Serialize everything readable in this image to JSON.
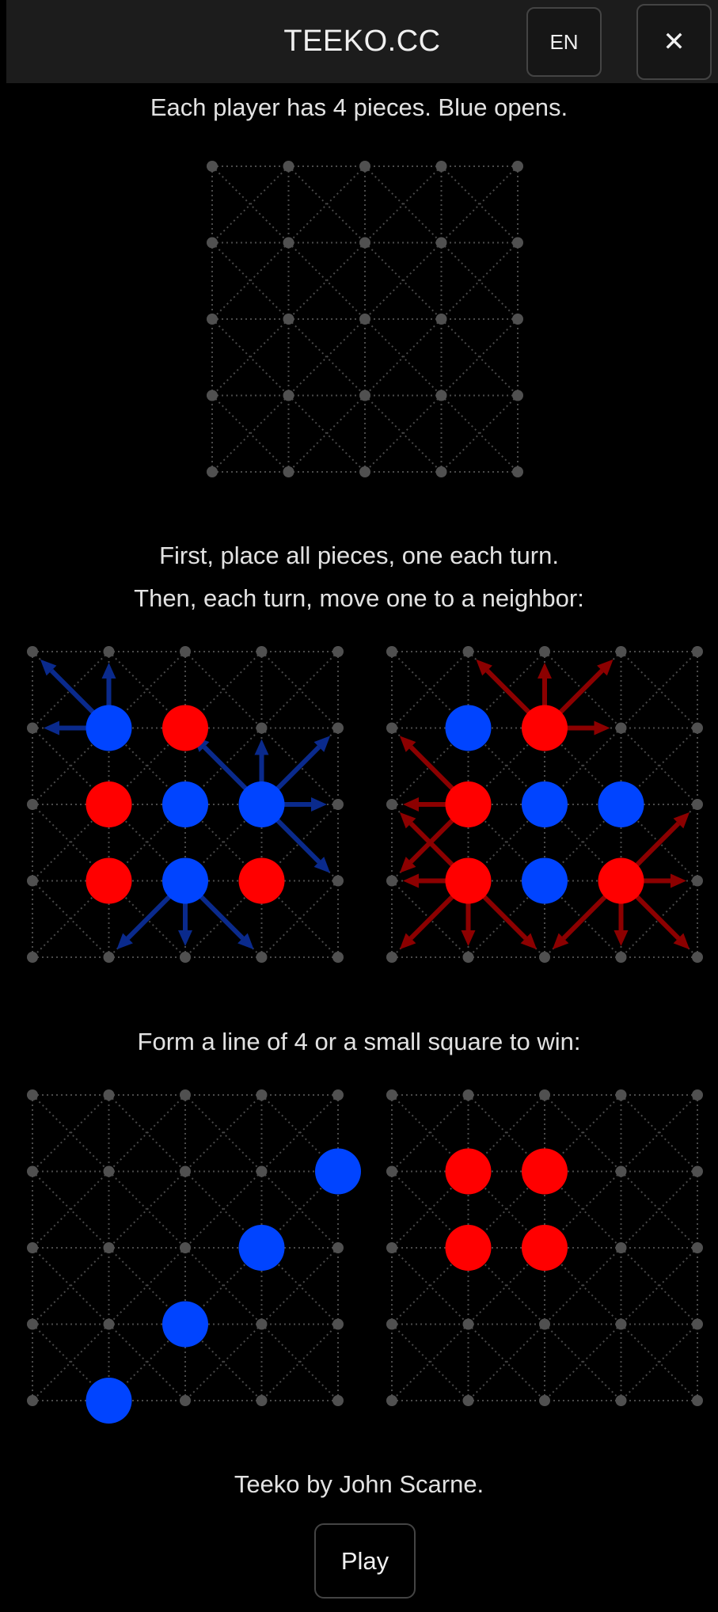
{
  "header": {
    "title": "TEEKO.CC",
    "language_label": "EN",
    "close_label": "✕"
  },
  "texts": {
    "intro": "Each player has 4 pieces. Blue opens.",
    "place": "First, place all pieces, one each turn.",
    "move": "Then, each turn, move one to a neighbor:",
    "win": "Form a line of 4 or a small square to win:",
    "credit": "Teeko by John Scarne."
  },
  "play_label": "Play",
  "colors": {
    "blue": "#0044ff",
    "red": "#ff0000",
    "blue_arrow": "#0a2a8c",
    "red_arrow": "#8c0000",
    "node": "#505050",
    "grid": "#4a4a4a"
  },
  "boards": {
    "empty": {
      "pieces": [],
      "arrows": []
    },
    "move_blue": {
      "pieces": [
        {
          "c": 1,
          "r": 1,
          "p": "blue"
        },
        {
          "c": 2,
          "r": 1,
          "p": "red"
        },
        {
          "c": 1,
          "r": 2,
          "p": "red"
        },
        {
          "c": 2,
          "r": 2,
          "p": "blue"
        },
        {
          "c": 3,
          "r": 2,
          "p": "blue"
        },
        {
          "c": 1,
          "r": 3,
          "p": "red"
        },
        {
          "c": 2,
          "r": 3,
          "p": "blue"
        },
        {
          "c": 3,
          "r": 3,
          "p": "red"
        }
      ],
      "arrows": [
        {
          "fc": 1,
          "fr": 1,
          "tc": 0,
          "tr": 0,
          "p": "blue"
        },
        {
          "fc": 1,
          "fr": 1,
          "tc": 1,
          "tr": 0,
          "p": "blue"
        },
        {
          "fc": 1,
          "fr": 1,
          "tc": 0,
          "tr": 1,
          "p": "blue"
        },
        {
          "fc": 3,
          "fr": 2,
          "tc": 2,
          "tr": 1,
          "p": "blue"
        },
        {
          "fc": 3,
          "fr": 2,
          "tc": 3,
          "tr": 1,
          "p": "blue"
        },
        {
          "fc": 3,
          "fr": 2,
          "tc": 4,
          "tr": 1,
          "p": "blue"
        },
        {
          "fc": 3,
          "fr": 2,
          "tc": 4,
          "tr": 2,
          "p": "blue"
        },
        {
          "fc": 3,
          "fr": 2,
          "tc": 4,
          "tr": 3,
          "p": "blue"
        },
        {
          "fc": 2,
          "fr": 3,
          "tc": 1,
          "tr": 4,
          "p": "blue"
        },
        {
          "fc": 2,
          "fr": 3,
          "tc": 2,
          "tr": 4,
          "p": "blue"
        },
        {
          "fc": 2,
          "fr": 3,
          "tc": 3,
          "tr": 4,
          "p": "blue"
        }
      ]
    },
    "move_red": {
      "pieces": [
        {
          "c": 1,
          "r": 1,
          "p": "blue"
        },
        {
          "c": 2,
          "r": 1,
          "p": "red"
        },
        {
          "c": 1,
          "r": 2,
          "p": "red"
        },
        {
          "c": 2,
          "r": 2,
          "p": "blue"
        },
        {
          "c": 3,
          "r": 2,
          "p": "blue"
        },
        {
          "c": 1,
          "r": 3,
          "p": "red"
        },
        {
          "c": 2,
          "r": 3,
          "p": "blue"
        },
        {
          "c": 3,
          "r": 3,
          "p": "red"
        }
      ],
      "arrows": [
        {
          "fc": 2,
          "fr": 1,
          "tc": 1,
          "tr": 0,
          "p": "red"
        },
        {
          "fc": 2,
          "fr": 1,
          "tc": 2,
          "tr": 0,
          "p": "red"
        },
        {
          "fc": 2,
          "fr": 1,
          "tc": 3,
          "tr": 0,
          "p": "red"
        },
        {
          "fc": 2,
          "fr": 1,
          "tc": 3,
          "tr": 1,
          "p": "red"
        },
        {
          "fc": 1,
          "fr": 2,
          "tc": 0,
          "tr": 1,
          "p": "red"
        },
        {
          "fc": 1,
          "fr": 2,
          "tc": 0,
          "tr": 2,
          "p": "red"
        },
        {
          "fc": 1,
          "fr": 2,
          "tc": 0,
          "tr": 3,
          "p": "red"
        },
        {
          "fc": 1,
          "fr": 3,
          "tc": 0,
          "tr": 2,
          "p": "red"
        },
        {
          "fc": 1,
          "fr": 3,
          "tc": 0,
          "tr": 3,
          "p": "red"
        },
        {
          "fc": 1,
          "fr": 3,
          "tc": 0,
          "tr": 4,
          "p": "red"
        },
        {
          "fc": 1,
          "fr": 3,
          "tc": 1,
          "tr": 4,
          "p": "red"
        },
        {
          "fc": 1,
          "fr": 3,
          "tc": 2,
          "tr": 4,
          "p": "red"
        },
        {
          "fc": 3,
          "fr": 3,
          "tc": 2,
          "tr": 4,
          "p": "red"
        },
        {
          "fc": 3,
          "fr": 3,
          "tc": 3,
          "tr": 4,
          "p": "red"
        },
        {
          "fc": 3,
          "fr": 3,
          "tc": 4,
          "tr": 4,
          "p": "red"
        },
        {
          "fc": 3,
          "fr": 3,
          "tc": 4,
          "tr": 3,
          "p": "red"
        },
        {
          "fc": 3,
          "fr": 3,
          "tc": 4,
          "tr": 2,
          "p": "red"
        }
      ]
    },
    "win_line": {
      "pieces": [
        {
          "c": 4,
          "r": 1,
          "p": "blue"
        },
        {
          "c": 3,
          "r": 2,
          "p": "blue"
        },
        {
          "c": 2,
          "r": 3,
          "p": "blue"
        },
        {
          "c": 1,
          "r": 4,
          "p": "blue"
        }
      ],
      "arrows": []
    },
    "win_square": {
      "pieces": [
        {
          "c": 1,
          "r": 1,
          "p": "red"
        },
        {
          "c": 2,
          "r": 1,
          "p": "red"
        },
        {
          "c": 1,
          "r": 2,
          "p": "red"
        },
        {
          "c": 2,
          "r": 2,
          "p": "red"
        }
      ],
      "arrows": []
    }
  }
}
